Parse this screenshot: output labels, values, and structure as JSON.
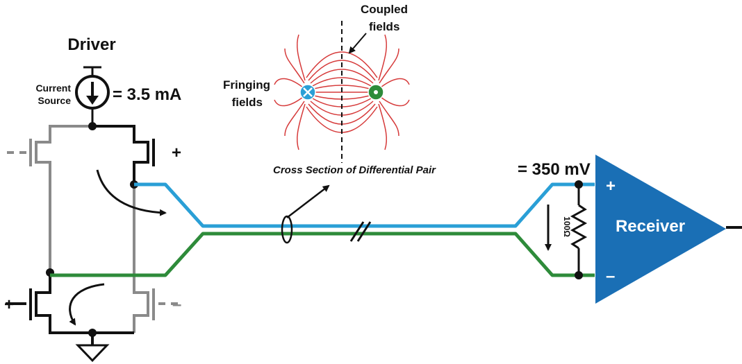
{
  "labels": {
    "driver": "Driver",
    "current_source_line1": "Current",
    "current_source_line2": "Source",
    "current_value": "= 3.5 mA",
    "coupled_line1": "Coupled",
    "coupled_line2": "fields",
    "fringing_line1": "Fringing",
    "fringing_line2": "fields",
    "cross_section": "Cross Section of Differential Pair",
    "voltage": "= 350 mV",
    "resistor": "100Ω",
    "receiver": "Receiver",
    "plus": "+",
    "minus": "–",
    "dash": "–"
  },
  "colors": {
    "positive_line": "#2a9fd6",
    "negative_line": "#2e8b3a",
    "field_lines": "#d63a3a",
    "receiver_fill": "#1a6fb5",
    "inactive_wire": "#8a8a8a",
    "active_wire": "#111111",
    "conductor_positive": "#2a9fd6",
    "conductor_negative": "#2e8b3a"
  },
  "icons": {
    "current_source": "current-source-icon",
    "ground": "ground-icon",
    "cross_marker": "into-page-icon",
    "dot_marker": "out-of-page-icon",
    "line_break": "line-break-icon"
  }
}
